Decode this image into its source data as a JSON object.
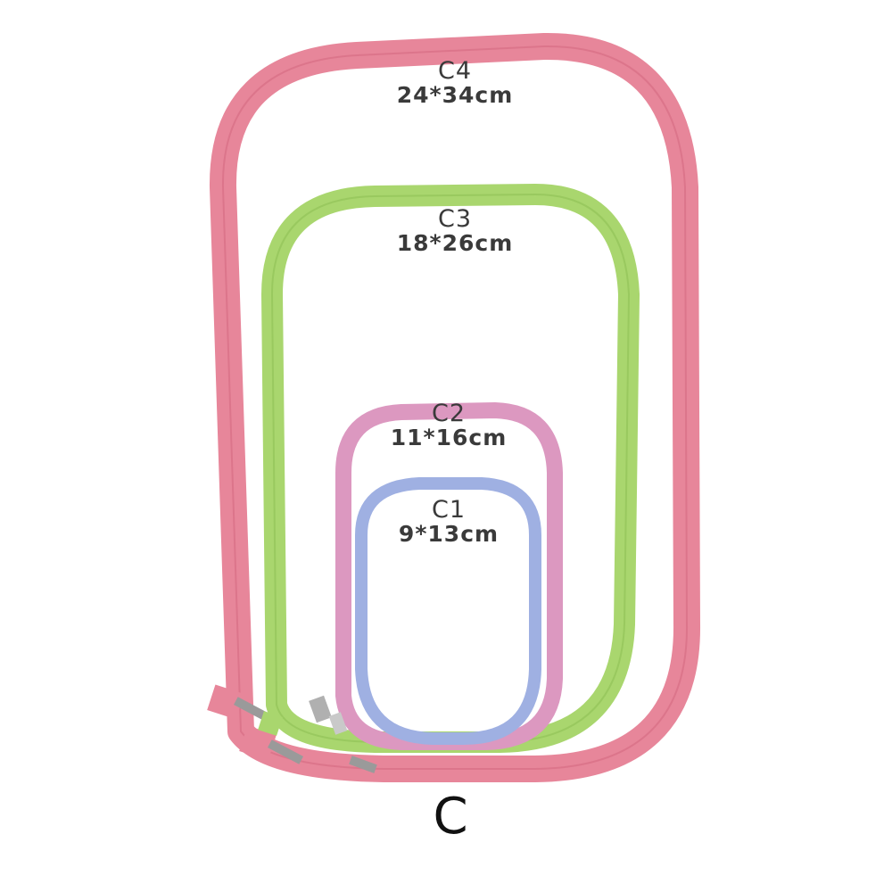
{
  "hoops": [
    {
      "code": "C4",
      "size": "24*34cm",
      "color": "#e7869a"
    },
    {
      "code": "C3",
      "size": "18*26cm",
      "color": "#a9d66e"
    },
    {
      "code": "C2",
      "size": "11*16cm",
      "color": "#dc98c0"
    },
    {
      "code": "C1",
      "size": "9*13cm",
      "color": "#9fb0e2"
    }
  ],
  "set_letter": "C"
}
